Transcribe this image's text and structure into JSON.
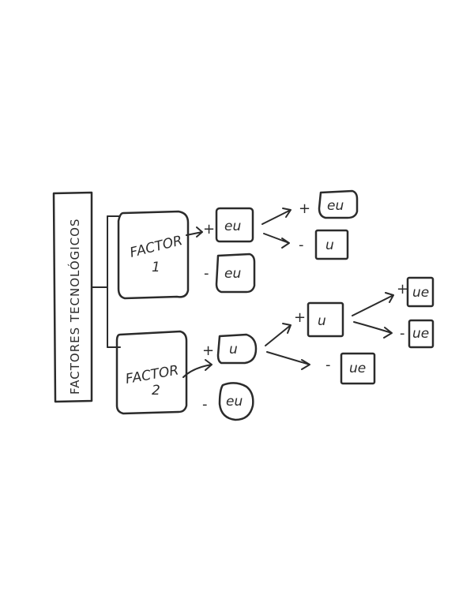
{
  "title": "FACTORES TECNOLÓGICOS",
  "factor1": {
    "line1": "FACTOR",
    "line2": "1",
    "plus": "+",
    "minus": "-",
    "plus_box": "eu",
    "minus_box": "eu",
    "plus_branch": {
      "plus": "+",
      "minus": "-",
      "plus_box": "eu",
      "minus_box": "u"
    }
  },
  "factor2": {
    "line1": "FACTOR",
    "line2": "2",
    "plus": "+",
    "minus": "-",
    "plus_box": "u",
    "minus_box": "eu",
    "plus_branch": {
      "plus": "+",
      "minus": "-",
      "plus_box": "u",
      "minus_box": "ue",
      "sub_branch": {
        "plus": "+",
        "minus": "-",
        "plus_box": "ue",
        "minus_box": "ue"
      }
    }
  }
}
